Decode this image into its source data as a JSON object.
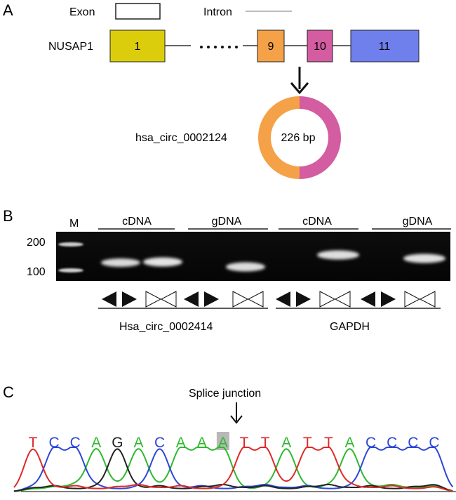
{
  "panel_a": {
    "letter": "A",
    "legend": {
      "exon_label": "Exon",
      "intron_label": "Intron"
    },
    "gene": "NUSAP1",
    "exons": [
      {
        "label": "1",
        "color": "#dccd0c"
      },
      {
        "label": "9",
        "color": "#f5a147"
      },
      {
        "label": "10",
        "color": "#d45ca1"
      },
      {
        "label": "11",
        "color": "#6f7fec"
      }
    ],
    "circ_name": "hsa_circ_0002124",
    "circ_size": "226 bp",
    "circ_colors": {
      "left": "#f5a147",
      "right": "#d45ca1"
    }
  },
  "panel_b": {
    "letter": "B",
    "marker_label": "M",
    "groups": [
      "cDNA",
      "gDNA",
      "cDNA",
      "gDNA"
    ],
    "size_labels": [
      "200",
      "100"
    ],
    "targets": [
      "Hsa_circ_0002414",
      "GAPDH"
    ]
  },
  "panel_c": {
    "letter": "C",
    "title": "Splice junction",
    "sequence": [
      "T",
      "C",
      "C",
      "A",
      "G",
      "A",
      "C",
      "A",
      "A",
      "A",
      "T",
      "T",
      "A",
      "T",
      "T",
      "A",
      "C",
      "C",
      "C",
      "C"
    ],
    "junction_index": 9,
    "base_colors": {
      "A": "#2eb82e",
      "C": "#2d46d6",
      "G": "#222222",
      "T": "#e02828"
    }
  }
}
